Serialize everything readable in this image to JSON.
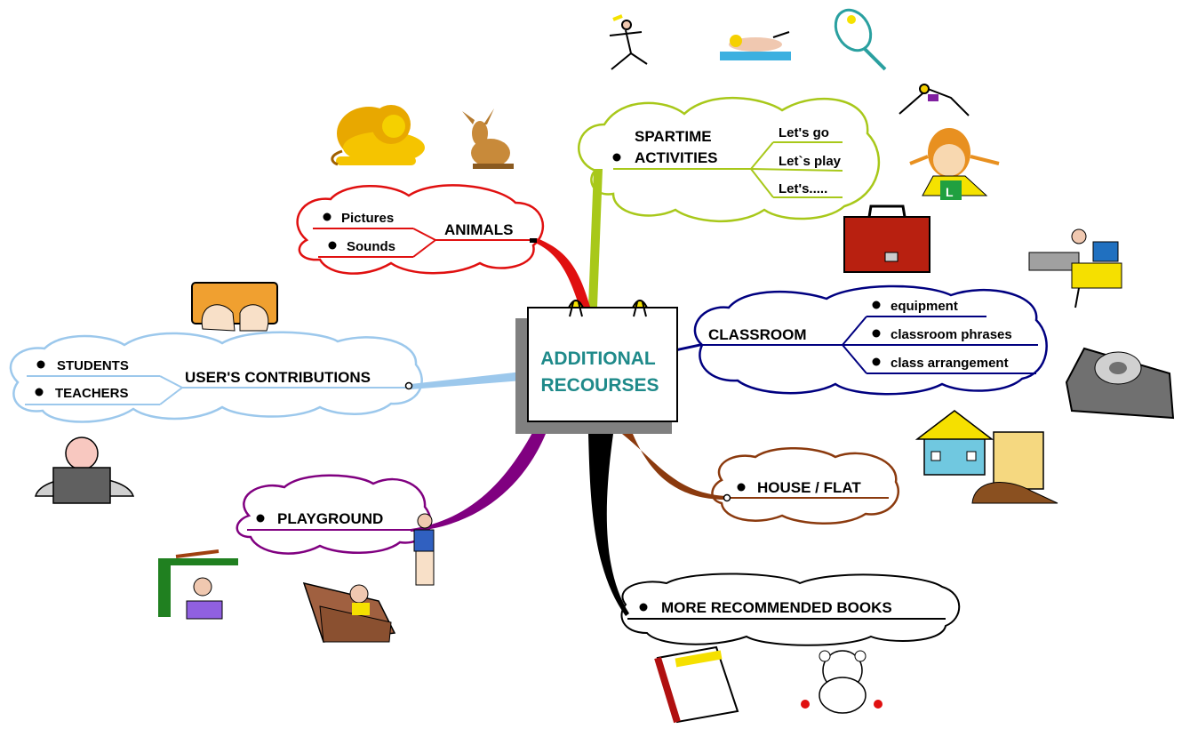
{
  "central_topic": {
    "line1": "ADDITIONAL",
    "line2": "RECOURSES"
  },
  "branches": {
    "spartime": {
      "title_line1": "SPARTIME",
      "title_line2": "ACTIVITIES",
      "items": [
        "Let's go",
        "Let`s play",
        "Let's....."
      ],
      "color": "#a8c81a"
    },
    "animals": {
      "title": "ANIMALS",
      "items": [
        "Pictures",
        "Sounds"
      ],
      "color": "#e01010"
    },
    "contributions": {
      "title": "USER'S CONTRIBUTIONS",
      "items": [
        "STUDENTS",
        "TEACHERS"
      ],
      "color": "#9cc8ec"
    },
    "playground": {
      "title": "PLAYGROUND",
      "color": "#800080"
    },
    "classroom": {
      "title": "CLASSROOM",
      "items": [
        "equipment",
        "classroom phrases",
        "class arrangement"
      ],
      "color": "#000080"
    },
    "house": {
      "title": "HOUSE / FLAT",
      "color": "#8b3a0e"
    },
    "books": {
      "title": "MORE RECOMMENDED BOOKS",
      "color": "#000000"
    }
  },
  "clipart": [
    "lion",
    "hare",
    "runner",
    "swimmer",
    "tennis-racket",
    "diver",
    "girl",
    "briefcase",
    "keyboard",
    "computer-user",
    "office-worker",
    "tape-dispenser",
    "house",
    "book-stack",
    "playground-frame",
    "child-in-box",
    "little-boy",
    "book",
    "teddy-bear"
  ]
}
